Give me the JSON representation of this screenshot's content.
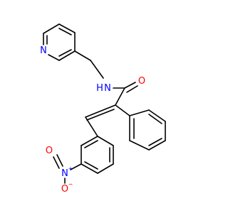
{
  "molecule": {
    "atoms": {
      "pyridine_n": {
        "symbol": "N",
        "color": "#0000ff"
      },
      "amide_n": {
        "symbol": "N",
        "h": "H",
        "color": "#0000ff"
      },
      "carbonyl_o": {
        "symbol": "O",
        "color": "#ff0000"
      },
      "nitro_n": {
        "symbol": "N",
        "charge": "+",
        "color": "#0000ff"
      },
      "nitro_o_double": {
        "symbol": "O",
        "color": "#ff0000"
      },
      "nitro_o_single": {
        "symbol": "O",
        "charge": "−",
        "color": "#ff0000"
      }
    },
    "bond_color": "#000000"
  }
}
